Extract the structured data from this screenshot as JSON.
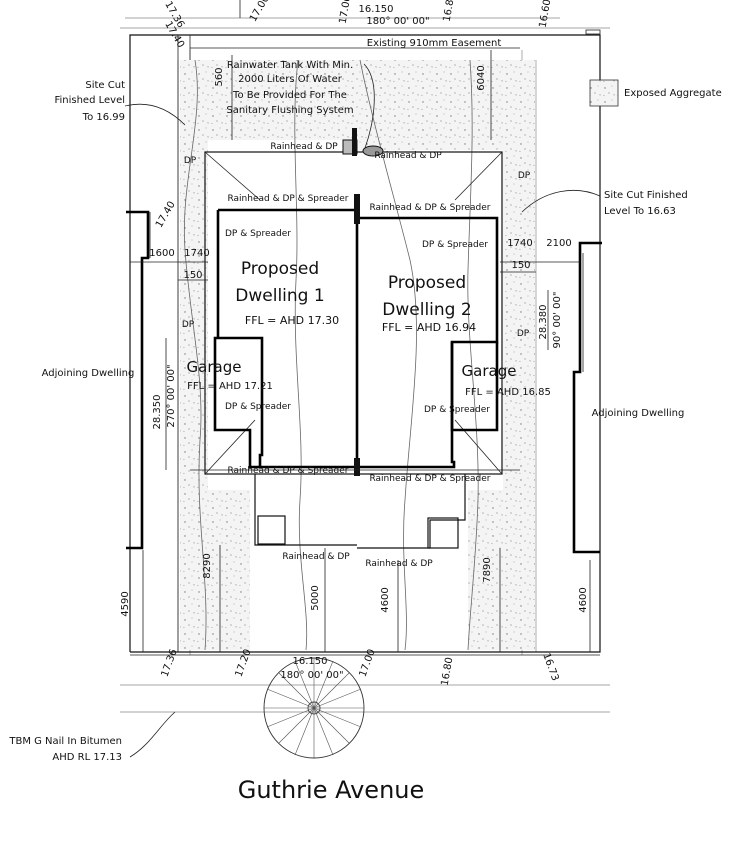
{
  "title": "Guthrie Avenue",
  "boundary": {
    "top_length": "16.150",
    "top_bearing": "180° 00' 00\"",
    "bottom_length": "16.150",
    "bottom_bearing": "180° 00' 00\"",
    "left_length": "28.350",
    "left_bearing": "270° 00' 00\"",
    "right_length": "28.380",
    "right_bearing": "90° 00' 00\""
  },
  "easement": "Existing 910mm Easement",
  "rainwater_note": [
    "Rainwater Tank With Min.",
    "2000 Liters Of Water",
    "To Be Provided For The",
    "Sanitary Flushing System"
  ],
  "site_cut_left": [
    "Site Cut",
    "Finished Level",
    "To 16.99"
  ],
  "site_cut_right": [
    "Site Cut Finished",
    "Level To 16.63"
  ],
  "legend_label": "Exposed Aggregate",
  "tbm_note": [
    "TBM G Nail In Bitumen",
    "AHD RL 17.13"
  ],
  "dwelling1": {
    "line1": "Proposed",
    "line2": "Dwelling 1",
    "ffl": "FFL = AHD 17.30"
  },
  "dwelling2": {
    "line1": "Proposed",
    "line2": "Dwelling 2",
    "ffl": "FFL = AHD 16.94"
  },
  "garage1": {
    "label": "Garage",
    "ffl": "FFL = AHD 17.21"
  },
  "garage2": {
    "label": "Garage",
    "ffl": "FFL = AHD 16.85"
  },
  "adjoining_left": "Adjoining Dwelling",
  "adjoining_right": "Adjoining Dwelling",
  "drainage": {
    "rainhead_dp": "Rainhead & DP",
    "rainhead_dp_spreader": "Rainhead & DP & Spreader",
    "dp_spreader": "DP & Spreader",
    "dp": "DP"
  },
  "dimensions": {
    "d560": "560",
    "d6040": "6040",
    "d1600": "1600",
    "d1740": "1740",
    "d150": "150",
    "d2100": "2100",
    "d8290": "8290",
    "d5000": "5000",
    "d4600": "4600",
    "d7890": "7890",
    "d4590": "4590"
  },
  "levels": {
    "l1736": "17.36",
    "l1740": "17.40",
    "l1700": "17.00",
    "l1680": "16.80",
    "l1660": "16.60",
    "l1720": "17.20",
    "l1673": "16.73"
  }
}
